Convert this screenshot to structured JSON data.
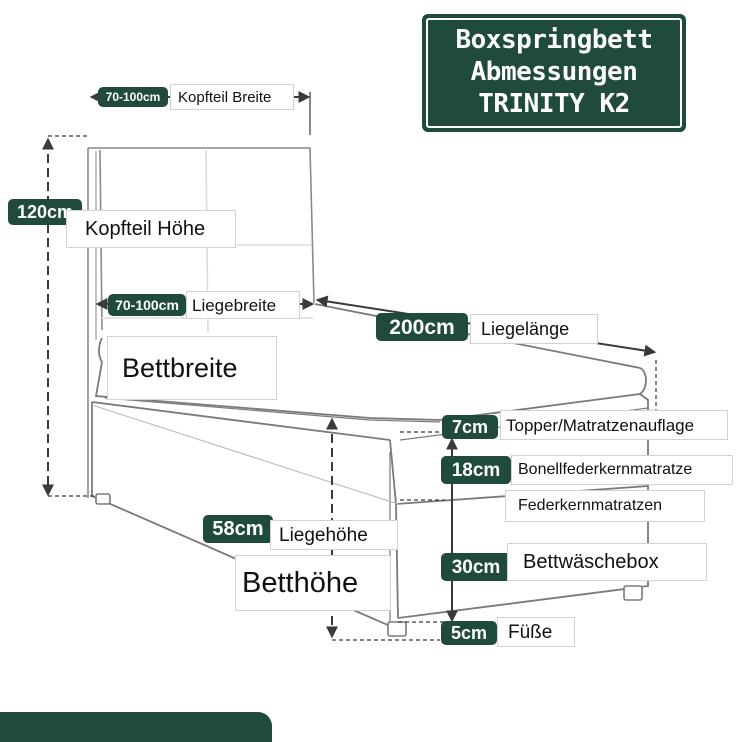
{
  "title": {
    "line1": "Boxspringbett",
    "line2": "Abmessungen",
    "line3": "TRINITY K2"
  },
  "annotations": {
    "headboard_width": {
      "value": "70-100cm",
      "label": "Kopfteil Breite"
    },
    "headboard_height": {
      "value": "120cm",
      "label": "Kopfteil Höhe"
    },
    "lying_width": {
      "value": "70-100cm",
      "label": "Liegebreite"
    },
    "bed_width": {
      "label": "Bettbreite"
    },
    "lying_length": {
      "value": "200cm",
      "label": "Liegelänge"
    },
    "topper": {
      "value": "7cm",
      "label": "Topper/Matratzenauflage"
    },
    "mattress": {
      "value": "18cm",
      "label": "Bonellfederkernmatratze",
      "label2": "Federkernmatratzen"
    },
    "lying_height": {
      "value": "58cm",
      "label": "Liegehöhe"
    },
    "bed_height": {
      "label": "Betthöhe"
    },
    "storage_box": {
      "value": "30cm",
      "label": "Bettwäschebox"
    },
    "feet": {
      "value": "5cm",
      "label": "Füße"
    }
  },
  "colors": {
    "accent": "#1f4a3c",
    "bed_line": "#7a7a7a",
    "dimension_line": "#3a3a3a"
  }
}
